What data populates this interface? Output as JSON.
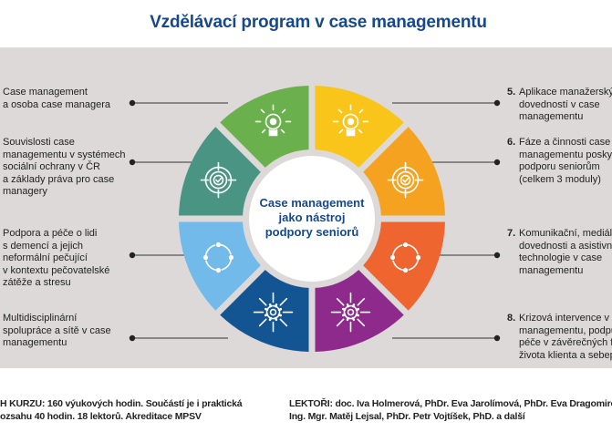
{
  "title": "Vzdělávací program v case managementu",
  "center_label": [
    "Case management",
    "jako nástroj",
    "podpory seniorů"
  ],
  "left_items": [
    {
      "lines": [
        "Case management",
        "a osoba case managera"
      ]
    },
    {
      "lines": [
        "Souvislosti case",
        "managementu v systémech",
        "sociální ochrany v ČR",
        "a základy práva pro case",
        "managery"
      ]
    },
    {
      "lines": [
        "Podpora a péče o lidi",
        "s demencí a jejich",
        "neformální pečující",
        "v kontextu pečovatelské",
        "zátěže a stresu"
      ]
    },
    {
      "lines": [
        "Multidisciplinární",
        "spolupráce a sítě v case",
        "managementu"
      ]
    }
  ],
  "right_items": [
    {
      "num": "5.",
      "lines": [
        "Aplikace manažerských",
        "dovedností v case",
        "managementu"
      ]
    },
    {
      "num": "6.",
      "lines": [
        "Fáze a činnosti case",
        "managementu poskytující",
        "podporu seniorům",
        "(celkem 3 moduly)"
      ]
    },
    {
      "num": "7.",
      "lines": [
        "Komunikační, mediální",
        "dovednosti a asistivní",
        "technologie v case",
        "managementu"
      ]
    },
    {
      "num": "8.",
      "lines": [
        "Krizová intervence v case",
        "managementu, podpůrná",
        "péče v závěrečných fázích",
        "života klienta a sebepéče"
      ]
    }
  ],
  "segments": [
    {
      "color": "#6ab04c",
      "icon": "lightbulb-icon"
    },
    {
      "color": "#f9c51a",
      "icon": "lightbulb-icon"
    },
    {
      "color": "#f4a21f",
      "icon": "target-icon"
    },
    {
      "color": "#ef6530",
      "icon": "cycle-icon"
    },
    {
      "color": "#8d2a8c",
      "icon": "gear-arrows-icon"
    },
    {
      "color": "#135592",
      "icon": "gear-arrows-icon"
    },
    {
      "color": "#72baea",
      "icon": "cycle-icon"
    },
    {
      "color": "#4a9483",
      "icon": "target-icon"
    }
  ],
  "footer": {
    "left": [
      "H KURZU: 160 výukových hodin. Součástí je i praktická",
      "ozsahu 40 hodin. 18 lektorů. Akreditace MPSV"
    ],
    "right": [
      "LEKTOŘI: doc. Iva Holmerová, PhDr. Eva Jarolímová, PhDr. Eva Dragomirecká,",
      "Ing. Mgr. Matěj Lejsal, PhDr. Petr Vojtíšek, PhD. a další"
    ]
  }
}
